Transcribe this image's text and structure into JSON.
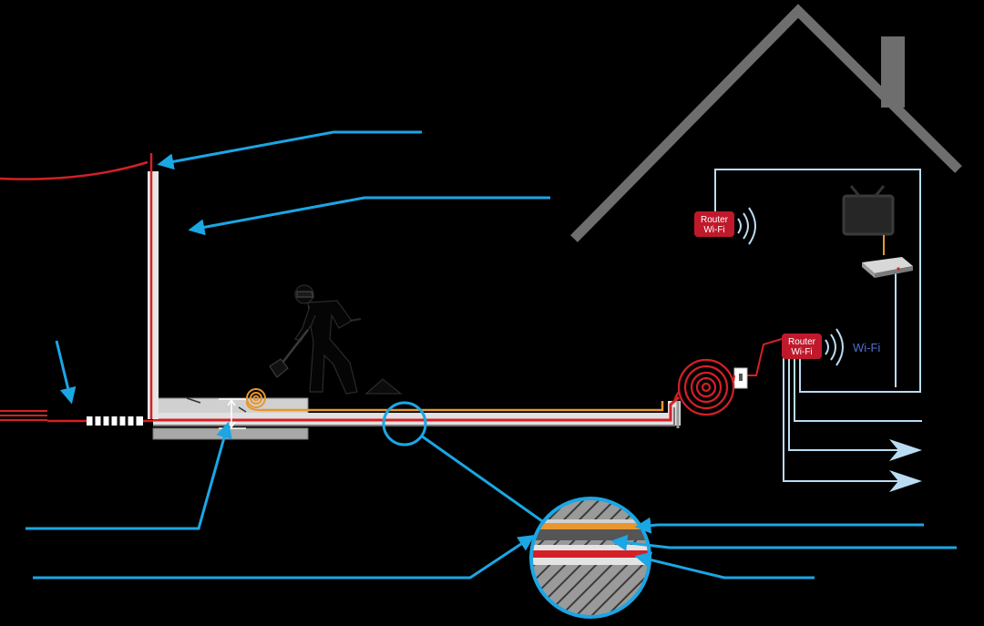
{
  "router_upper": {
    "line1": "Router",
    "line2": "Wi-Fi"
  },
  "router_lower": {
    "line1": "Router",
    "line2": "Wi-Fi"
  },
  "wifi_label": "Wi-Fi",
  "colors": {
    "background": "#000000",
    "fiber_red": "#d42027",
    "conduit_orange": "#e8962e",
    "callout_blue": "#1ba6e4",
    "cable_light_blue": "#b9dcf2",
    "house_gray": "#6e6e6e",
    "router_red": "#c0192b",
    "wifi_text": "#4f6fd0",
    "ground": "#bdbdbd"
  },
  "icons": [
    "house-outline",
    "router-wifi-badge",
    "wifi-waves-icon",
    "tv-icon",
    "onu-box-icon",
    "fiber-coil-icon",
    "wall-outlet-icon",
    "worker-digging-icon",
    "magnifier-circle"
  ]
}
